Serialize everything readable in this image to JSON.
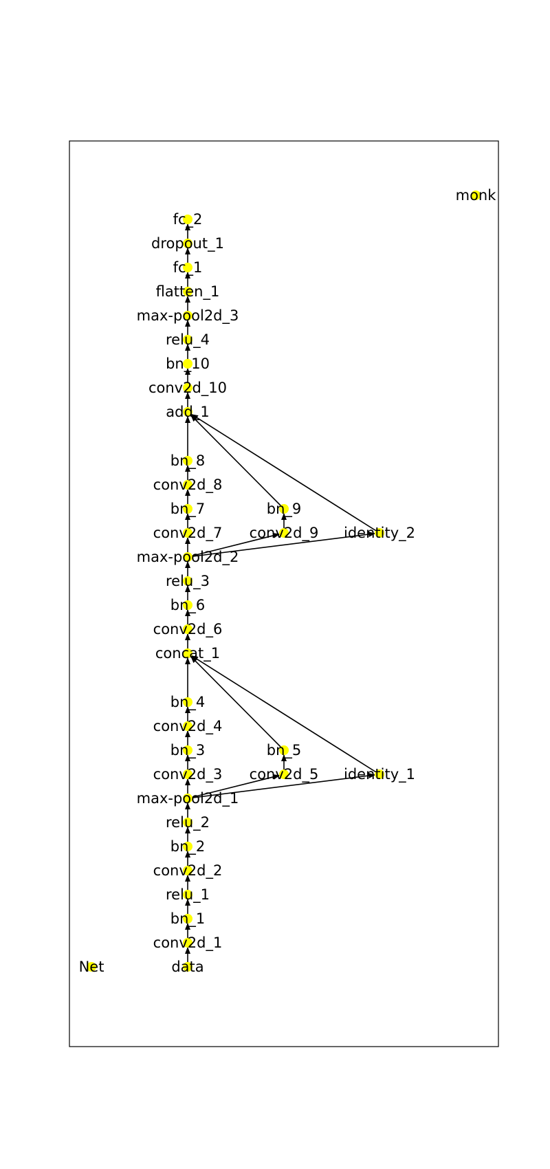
{
  "colors": {
    "node": "#ffff00",
    "edge": "#000000",
    "text": "#000000",
    "frame": "#000000"
  },
  "nodes": [
    {
      "id": "monk",
      "label": "monk"
    },
    {
      "id": "Net",
      "label": "Net"
    },
    {
      "id": "data",
      "label": "data"
    },
    {
      "id": "conv2d_1",
      "label": "conv2d_1"
    },
    {
      "id": "bn_1",
      "label": "bn_1"
    },
    {
      "id": "relu_1",
      "label": "relu_1"
    },
    {
      "id": "conv2d_2",
      "label": "conv2d_2"
    },
    {
      "id": "bn_2",
      "label": "bn_2"
    },
    {
      "id": "relu_2",
      "label": "relu_2"
    },
    {
      "id": "max-pool2d_1",
      "label": "max-pool2d_1"
    },
    {
      "id": "conv2d_3",
      "label": "conv2d_3"
    },
    {
      "id": "bn_3",
      "label": "bn_3"
    },
    {
      "id": "conv2d_4",
      "label": "conv2d_4"
    },
    {
      "id": "bn_4",
      "label": "bn_4"
    },
    {
      "id": "conv2d_5",
      "label": "conv2d_5"
    },
    {
      "id": "bn_5",
      "label": "bn_5"
    },
    {
      "id": "identity_1",
      "label": "identity_1"
    },
    {
      "id": "concat_1",
      "label": "concat_1"
    },
    {
      "id": "conv2d_6",
      "label": "conv2d_6"
    },
    {
      "id": "bn_6",
      "label": "bn_6"
    },
    {
      "id": "relu_3",
      "label": "relu_3"
    },
    {
      "id": "max-pool2d_2",
      "label": "max-pool2d_2"
    },
    {
      "id": "conv2d_7",
      "label": "conv2d_7"
    },
    {
      "id": "bn_7",
      "label": "bn_7"
    },
    {
      "id": "conv2d_8",
      "label": "conv2d_8"
    },
    {
      "id": "bn_8",
      "label": "bn_8"
    },
    {
      "id": "conv2d_9",
      "label": "conv2d_9"
    },
    {
      "id": "bn_9",
      "label": "bn_9"
    },
    {
      "id": "identity_2",
      "label": "identity_2"
    },
    {
      "id": "add_1",
      "label": "add_1"
    },
    {
      "id": "conv2d_10",
      "label": "conv2d_10"
    },
    {
      "id": "bn_10",
      "label": "bn_10"
    },
    {
      "id": "relu_4",
      "label": "relu_4"
    },
    {
      "id": "max-pool2d_3",
      "label": "max-pool2d_3"
    },
    {
      "id": "flatten_1",
      "label": "flatten_1"
    },
    {
      "id": "fc_1",
      "label": "fc_1"
    },
    {
      "id": "dropout_1",
      "label": "dropout_1"
    },
    {
      "id": "fc_2",
      "label": "fc_2"
    }
  ],
  "edges": [
    [
      "data",
      "conv2d_1"
    ],
    [
      "conv2d_1",
      "bn_1"
    ],
    [
      "bn_1",
      "relu_1"
    ],
    [
      "relu_1",
      "conv2d_2"
    ],
    [
      "conv2d_2",
      "bn_2"
    ],
    [
      "bn_2",
      "relu_2"
    ],
    [
      "relu_2",
      "max-pool2d_1"
    ],
    [
      "max-pool2d_1",
      "conv2d_3"
    ],
    [
      "conv2d_3",
      "bn_3"
    ],
    [
      "bn_3",
      "conv2d_4"
    ],
    [
      "conv2d_4",
      "bn_4"
    ],
    [
      "max-pool2d_1",
      "conv2d_5"
    ],
    [
      "conv2d_5",
      "bn_5"
    ],
    [
      "max-pool2d_1",
      "identity_1"
    ],
    [
      "bn_4",
      "concat_1"
    ],
    [
      "bn_5",
      "concat_1"
    ],
    [
      "identity_1",
      "concat_1"
    ],
    [
      "concat_1",
      "conv2d_6"
    ],
    [
      "conv2d_6",
      "bn_6"
    ],
    [
      "bn_6",
      "relu_3"
    ],
    [
      "relu_3",
      "max-pool2d_2"
    ],
    [
      "max-pool2d_2",
      "conv2d_7"
    ],
    [
      "conv2d_7",
      "bn_7"
    ],
    [
      "bn_7",
      "conv2d_8"
    ],
    [
      "conv2d_8",
      "bn_8"
    ],
    [
      "max-pool2d_2",
      "conv2d_9"
    ],
    [
      "conv2d_9",
      "bn_9"
    ],
    [
      "max-pool2d_2",
      "identity_2"
    ],
    [
      "bn_8",
      "add_1"
    ],
    [
      "bn_9",
      "add_1"
    ],
    [
      "identity_2",
      "add_1"
    ],
    [
      "add_1",
      "conv2d_10"
    ],
    [
      "conv2d_10",
      "bn_10"
    ],
    [
      "bn_10",
      "relu_4"
    ],
    [
      "relu_4",
      "max-pool2d_3"
    ],
    [
      "max-pool2d_3",
      "flatten_1"
    ],
    [
      "flatten_1",
      "fc_1"
    ],
    [
      "fc_1",
      "dropout_1"
    ],
    [
      "dropout_1",
      "fc_2"
    ]
  ]
}
